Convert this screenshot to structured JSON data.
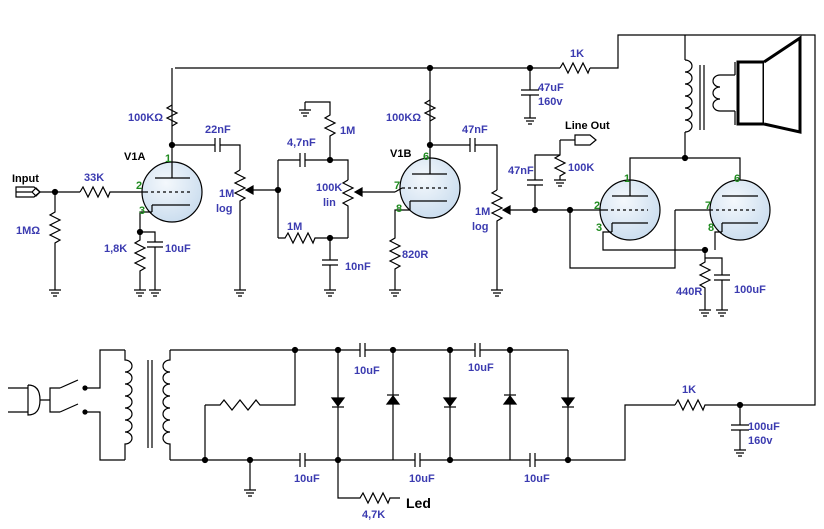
{
  "labels": {
    "input": "Input",
    "r_input_series": "33K",
    "r_input_shunt": "1MΩ",
    "v1a": "V1A",
    "v1b": "V1B",
    "r_plate1": "100KΩ",
    "r_plate2": "100KΩ",
    "c_coupling1": "22nF",
    "pot1_value": "1M",
    "pot1_taper": "log",
    "r_cathode1": "1,8K",
    "c_cathode1": "10uF",
    "c_tone1": "4,7nF",
    "r_tone1": "1M",
    "pot_tone_value": "100K",
    "pot_tone_taper": "lin",
    "r_tone2": "1M",
    "c_tone2": "10nF",
    "r_cathode2": "820R",
    "c_coupling2": "47nF",
    "pot2_value": "1M",
    "pot2_taper": "log",
    "c_line": "47nF",
    "line_out": "Line Out",
    "r_line": "100K",
    "r_supply1": "1K",
    "c_supply1_value": "47uF",
    "c_supply1_voltage": "160v",
    "r_cathode_out": "440R",
    "c_cathode_out": "100uF",
    "r_supply2": "1K",
    "c_supply2_value": "100uF",
    "c_supply2_voltage": "160v",
    "c_mult1": "10uF",
    "c_mult2": "10uF",
    "c_mult3": "10uF",
    "c_mult4": "10uF",
    "c_mult5": "10uF",
    "r_led": "4,7K",
    "led": "Led"
  },
  "pins": {
    "v1a_1": "1",
    "v1a_2": "2",
    "v1a_3": "3",
    "v1b_6": "6",
    "v1b_7": "7",
    "v1b_8": "8",
    "out1_1": "1",
    "out1_2": "2",
    "out1_3": "3",
    "out2_6": "6",
    "out2_7": "7",
    "out2_8": "8"
  },
  "colors": {
    "component_label": "#3b3bb0",
    "pin_label": "#1f8a1f",
    "wire": "#000000",
    "tube_fill": "#dde9f5"
  }
}
